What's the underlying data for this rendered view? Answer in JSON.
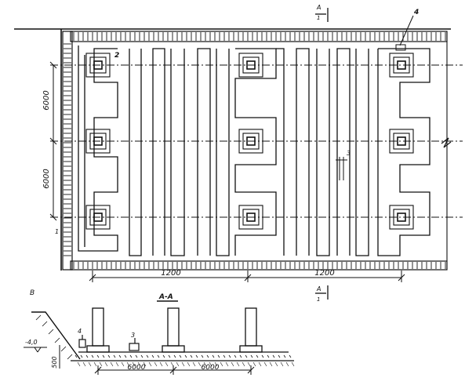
{
  "plan": {
    "section_mark_top": {
      "letter": "A",
      "number": "1"
    },
    "section_mark_bottom": {
      "letter": "A",
      "number": "1"
    },
    "callouts": [
      "2",
      "4",
      "3",
      "1"
    ],
    "dim_vertical": [
      "6000",
      "6000"
    ],
    "dim_horizontal": [
      "1200",
      "1200"
    ]
  },
  "section": {
    "title": "A-A",
    "level_mark": "-4,0",
    "label_b": "B",
    "dim_depth": "500",
    "dim_spans": [
      "6000",
      "6000"
    ],
    "callouts": [
      "4",
      "3"
    ]
  }
}
